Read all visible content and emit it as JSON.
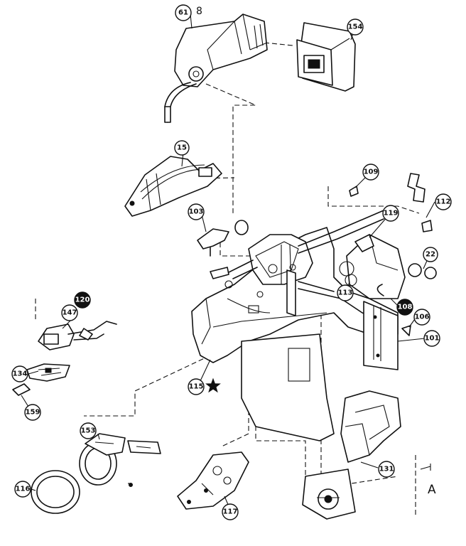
{
  "diagram": {
    "callouts": [
      {
        "id": "p61",
        "label": "61"
      },
      {
        "id": "p154",
        "label": "154"
      },
      {
        "id": "p15",
        "label": "15"
      },
      {
        "id": "p103",
        "label": "103"
      },
      {
        "id": "p109",
        "label": "109"
      },
      {
        "id": "p112",
        "label": "112"
      },
      {
        "id": "p119",
        "label": "119"
      },
      {
        "id": "p22",
        "label": "22"
      },
      {
        "id": "p113",
        "label": "113"
      },
      {
        "id": "p108",
        "label": "108"
      },
      {
        "id": "p106",
        "label": "106"
      },
      {
        "id": "p101",
        "label": "101"
      },
      {
        "id": "p120",
        "label": "120"
      },
      {
        "id": "p147",
        "label": "147"
      },
      {
        "id": "p134",
        "label": "134"
      },
      {
        "id": "p159",
        "label": "159"
      },
      {
        "id": "p115",
        "label": "115"
      },
      {
        "id": "p153",
        "label": "153"
      },
      {
        "id": "p116",
        "label": "116"
      },
      {
        "id": "p117",
        "label": "117"
      },
      {
        "id": "p131",
        "label": "131"
      }
    ],
    "text_labels": {
      "eight": "8",
      "section_a": "A"
    }
  }
}
